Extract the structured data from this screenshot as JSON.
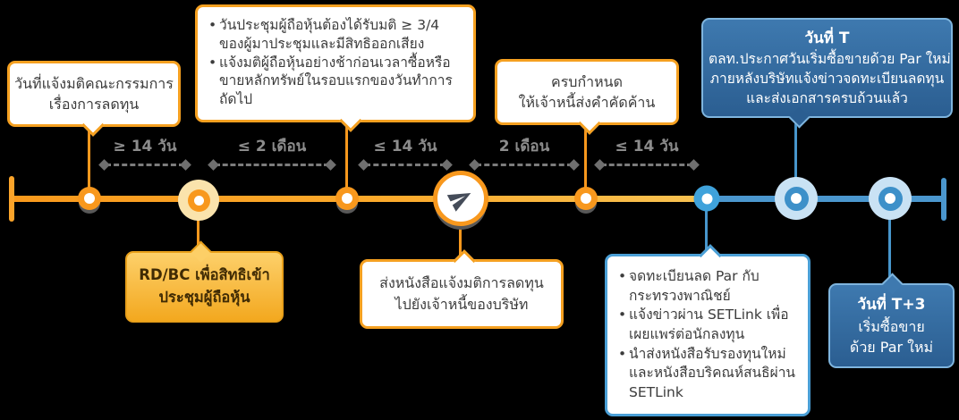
{
  "intervals": [
    {
      "label": "≥ 14 วัน"
    },
    {
      "label": "≤ 2 เดือน"
    },
    {
      "label": "≤ 14 วัน"
    },
    {
      "label": "2 เดือน"
    },
    {
      "label": "≤ 14 วัน"
    }
  ],
  "callouts": {
    "board_resolution": {
      "line1": "วันที่แจ้งมติคณะกรรมการ",
      "line2": "เรื่องการลดทุน"
    },
    "shareholder_meeting": {
      "bullets": [
        "วันประชุมผู้ถือหุ้นต้องได้รับมติ ≥ 3/4 ของผู้มาประชุมและมีสิทธิออกเสียง",
        "แจ้งมติผู้ถือหุ้นอย่างช้าก่อนเวลาซื้อหรือขายหลักทรัพย์ในรอบแรกของวันทำการถัดไป"
      ]
    },
    "creditor_deadline": {
      "line1": "ครบกำหนด",
      "line2": "ให้เจ้าหนี้ส่งคำคัดค้าน"
    },
    "t_day": {
      "title": "วันที่ T",
      "line1": "ตลท.ประกาศวันเริ่มซื้อขายด้วย Par ใหม่",
      "line2": "ภายหลังบริษัทแจ้งข่าวจดทะเบียนลดทุน",
      "line3": "และส่งเอกสารครบถ้วนแล้ว"
    },
    "record_date": {
      "line1": "RD/BC เพื่อสิทธิเข้า",
      "line2": "ประชุมผู้ถือหุ้น"
    },
    "creditor_letter": {
      "line1": "ส่งหนังสือแจ้งมติการลดทุน",
      "line2": "ไปยังเจ้าหนี้ของบริษัท"
    },
    "registration": {
      "bullets": [
        "จดทะเบียนลด Par กับกระทรวงพาณิชย์",
        "แจ้งข่าวผ่าน SETLink เพื่อเผยแพร่ต่อนักลงทุน",
        "นำส่งหนังสือรับรองทุนใหม่และหนังสือบริคณห์สนธิผ่าน SETLink"
      ]
    },
    "t_plus_3": {
      "title": "วันที่ T+3",
      "line1": "เริ่มซื้อขาย",
      "line2": "ด้วย Par ใหม่"
    }
  },
  "colors": {
    "timeline_orange": "#FBAA2C",
    "timeline_blue": "#4B97CE",
    "node_orange": "#F8981D",
    "node_blue": "#3FA2DB",
    "halo_peach": "#FAE3AC",
    "halo_blue": "#C9E2F4",
    "box_border_orange": "#F5A020",
    "box_border_blue": "#7FB5DE",
    "blue_box_top": "#3E79AF",
    "blue_box_bottom": "#2B5E91",
    "gold_box_top": "#FDD06A",
    "gold_box_bottom": "#F3A81F",
    "measure_gray": "#8C8C8C"
  }
}
